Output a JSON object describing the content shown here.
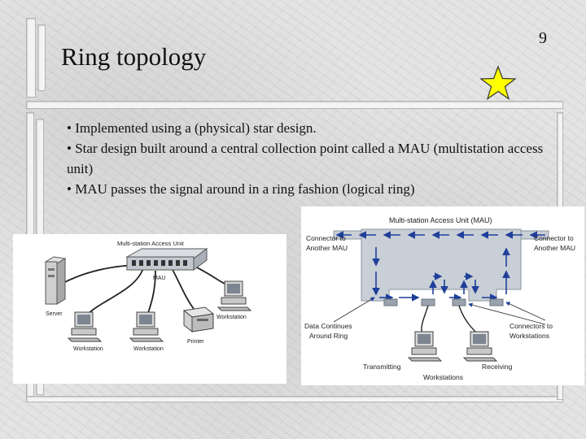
{
  "slide": {
    "page_number": "9",
    "title": "Ring topology",
    "bullets": [
      "• Implemented using a (physical) star design.",
      "• Star design built around a central collection point called a MAU (multistation access unit)",
      "• MAU passes the signal around in a ring fashion (logical ring)"
    ]
  },
  "left_diagram": {
    "hub_label": "Multi-station Access Unit",
    "mau_label": "MAU",
    "devices": [
      "Server",
      "Workstation",
      "Workstation",
      "Printer",
      "Workstation"
    ]
  },
  "right_diagram": {
    "title": "Multi-station Access Unit (MAU)",
    "connector_left": [
      "Connector to",
      "Another MAU"
    ],
    "connector_right": [
      "Connector to",
      "Another MAU"
    ],
    "data_continues": [
      "Data Continues",
      "Around Ring"
    ],
    "connectors_ws": [
      "Connectors to",
      "Workstations"
    ],
    "transmitting": "Transmitting",
    "receiving": "Receiving",
    "workstations": "Workstations"
  },
  "colors": {
    "accent_star": "#ffff00",
    "arrow_blue": "#1f3f9a",
    "box_gray": "#c9cfd6"
  }
}
